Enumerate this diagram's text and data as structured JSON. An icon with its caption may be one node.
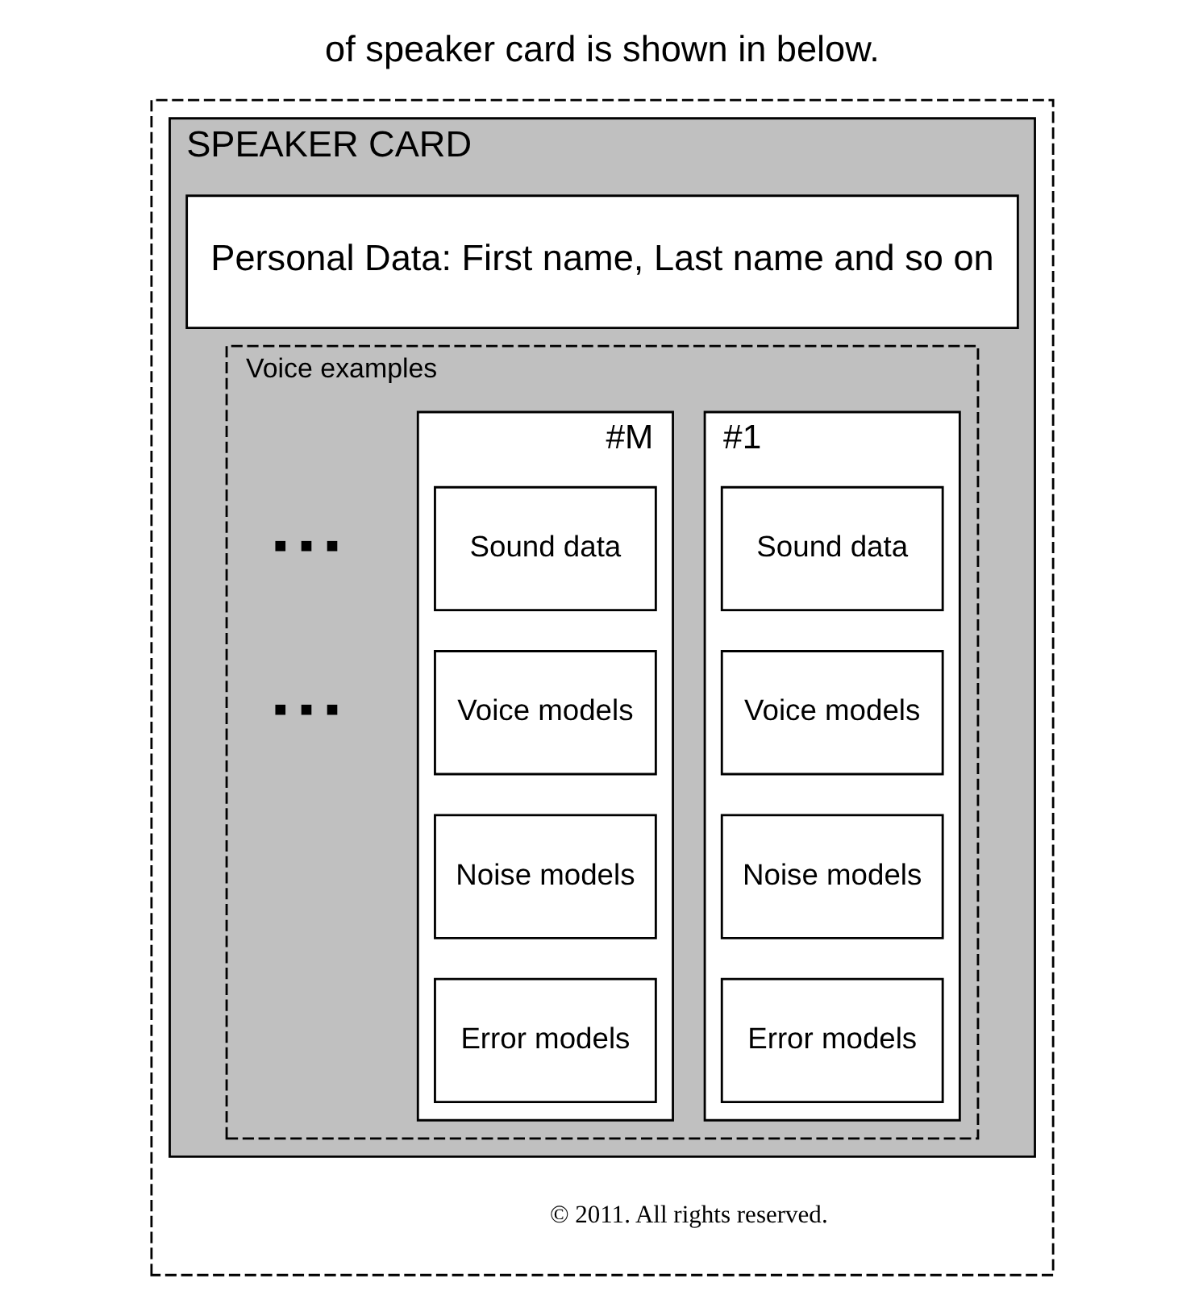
{
  "diagram": {
    "title": "of speaker card is shown in below.",
    "caption": "© 2011. All rights reserved.",
    "nodes": [
      {
        "text": [],
        "shape": "box"
      },
      {
        "text": [
          "SPEAKER CARD"
        ],
        "in": 0
      },
      {
        "text": [
          "Personal Data: First name, Last name and so on"
        ],
        "in": 1
      },
      {
        "text": [
          "Voice examples"
        ],
        "in": 1
      },
      {
        "text": [
          "#1"
        ],
        "in": 3
      },
      {
        "text": [
          "Sound data"
        ],
        "in": 4
      },
      {
        "text": [
          "Voice models"
        ],
        "in": 4
      },
      {
        "text": [
          "Noise models"
        ],
        "in": 4
      },
      {
        "text": [
          "Error models"
        ],
        "in": 4
      },
      {
        "text": [
          "#M"
        ],
        "in": 3
      },
      {
        "text": [
          "Sound data"
        ],
        "in": 9
      },
      {
        "text": [
          "Voice models"
        ],
        "in": 9
      },
      {
        "text": [
          "Noise models"
        ],
        "in": 9
      },
      {
        "text": [
          "Error models"
        ],
        "in": 9
      }
    ],
    "edges": [],
    "labels": [
      "▪ ▪ ▪",
      "▪ ▪ ▪"
    ]
  }
}
